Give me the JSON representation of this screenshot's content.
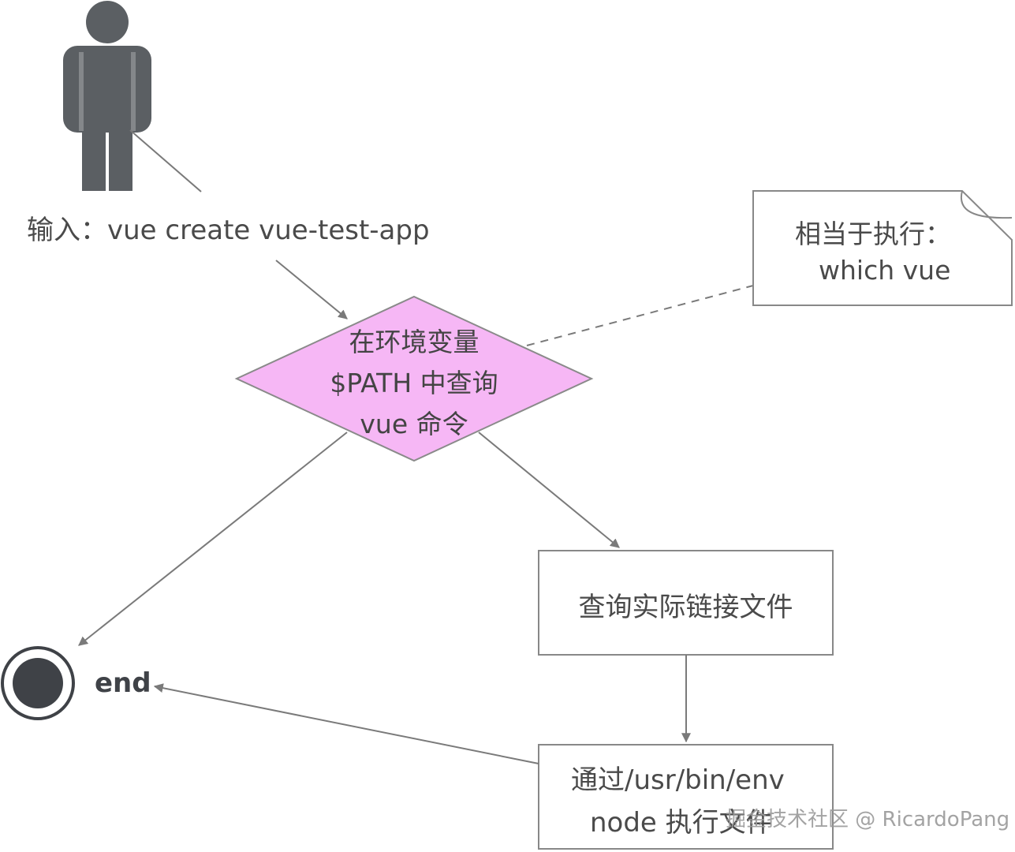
{
  "actor": {
    "icon": "person-icon",
    "input_text": "输入：vue create vue-test-app"
  },
  "decision": {
    "lines": [
      "在环境变量",
      "$PATH 中查询",
      "vue 命令"
    ],
    "fill": "#f6b7f5"
  },
  "note": {
    "lines": [
      "相当于执行：",
      "which vue"
    ]
  },
  "process_lookup": {
    "text": "查询实际链接文件"
  },
  "process_exec": {
    "lines": [
      "通过/usr/bin/env",
      "node 执行文件"
    ]
  },
  "end_node": {
    "label": "end"
  },
  "watermark": {
    "text": "掘金技术社区 @ RicardoPang"
  },
  "colors": {
    "line": "#7a7a7a",
    "node_dark": "#3f4247",
    "box_border": "#888888"
  }
}
